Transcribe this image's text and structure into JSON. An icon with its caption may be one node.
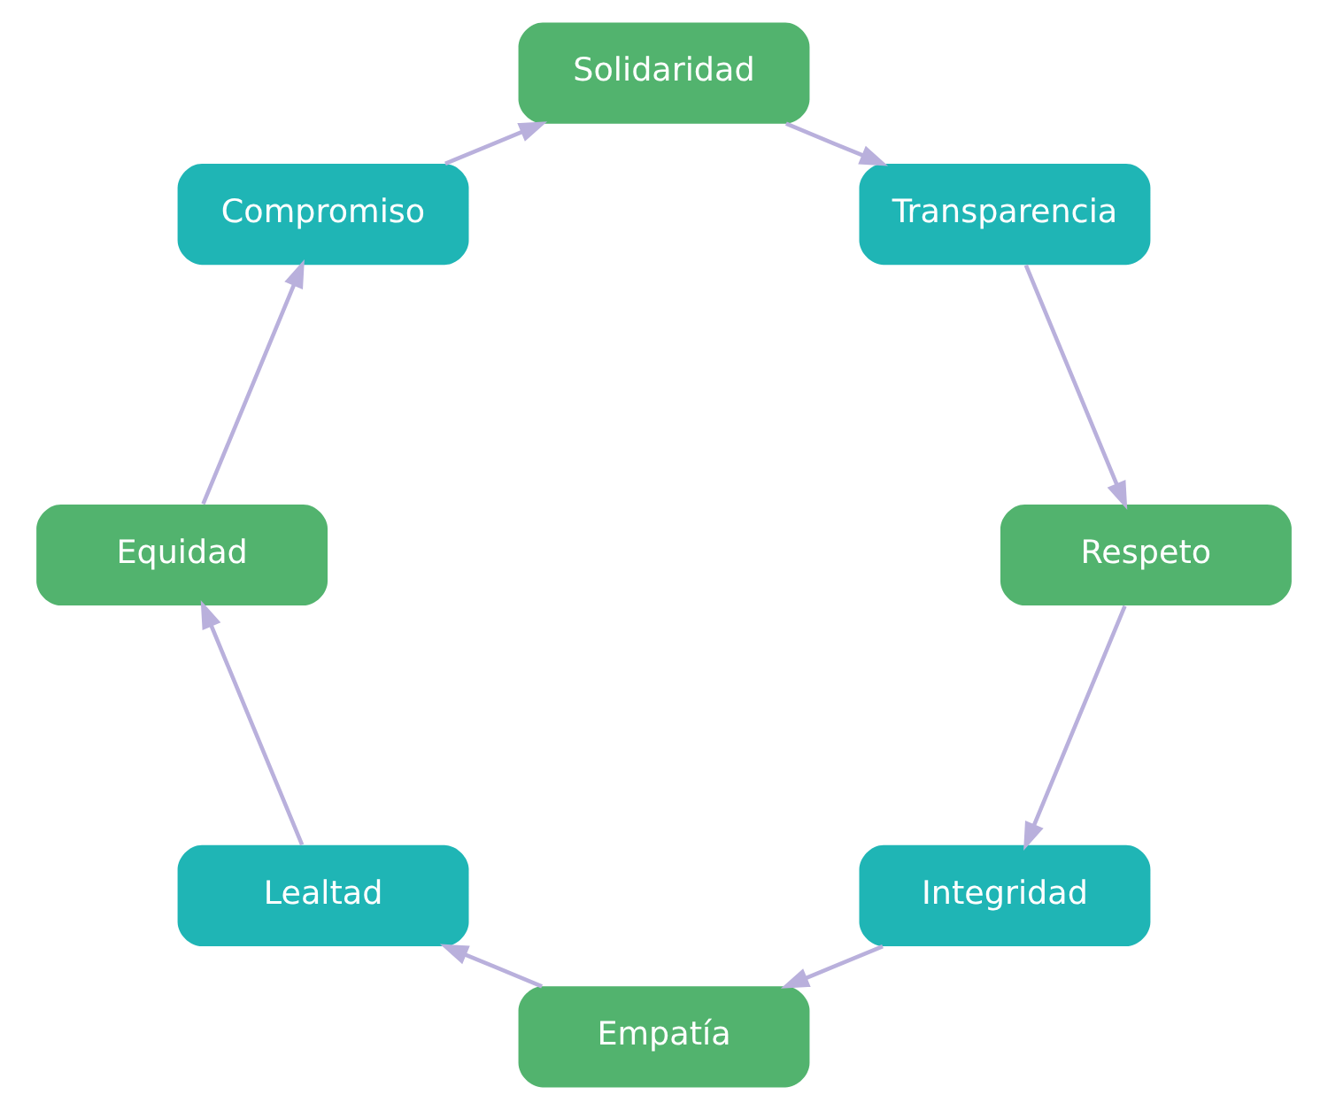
{
  "diagram": {
    "nodes": [
      {
        "text": [
          "Integridad"
        ]
      },
      {
        "text": [
          "Empatía"
        ]
      },
      {
        "text": [
          "Lealtad"
        ]
      },
      {
        "text": [
          "Equidad"
        ]
      },
      {
        "text": [
          "Compromiso"
        ]
      },
      {
        "text": [
          "Solidaridad"
        ]
      },
      {
        "text": [
          "Transparencia"
        ]
      },
      {
        "text": [
          "Respeto"
        ]
      }
    ],
    "edges": [
      {
        "from": 0,
        "to": 1,
        "arrow": "to"
      },
      {
        "from": 1,
        "to": 2,
        "arrow": "to"
      },
      {
        "from": 2,
        "to": 3,
        "arrow": "to"
      },
      {
        "from": 3,
        "to": 4,
        "arrow": "to"
      },
      {
        "from": 4,
        "to": 5,
        "arrow": "to"
      },
      {
        "from": 5,
        "to": 6,
        "arrow": "to"
      },
      {
        "from": 6,
        "to": 7,
        "arrow": "to"
      },
      {
        "from": 7,
        "to": 0,
        "arrow": "to"
      }
    ]
  }
}
